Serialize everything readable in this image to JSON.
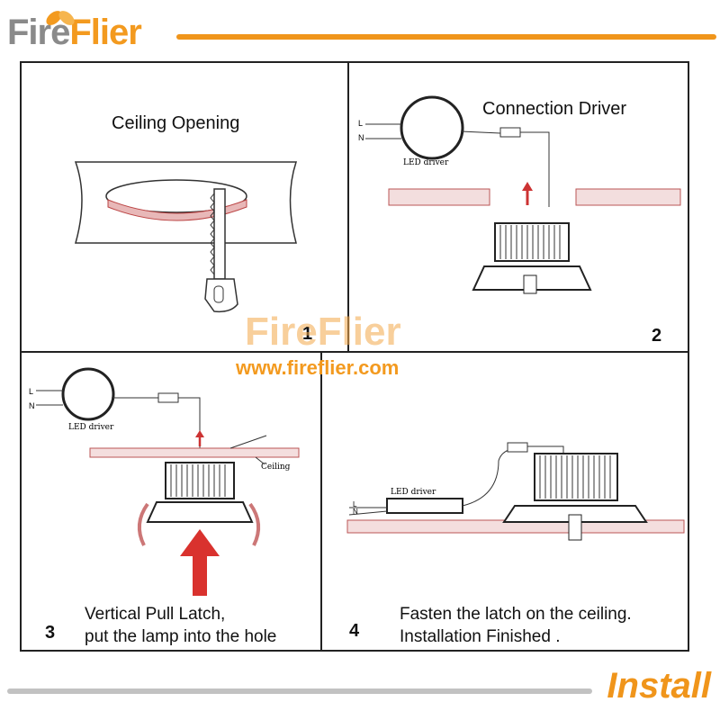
{
  "header": {
    "brand_part1": "Fire",
    "brand_part2": "Flier",
    "accent_color": "#f0951b",
    "gray_color": "#8a8a8a"
  },
  "steps": [
    {
      "number": "1",
      "title": "Ceiling Opening"
    },
    {
      "number": "2",
      "title": "Connection Driver"
    },
    {
      "number": "3",
      "caption_line1": "Vertical Pull Latch,",
      "caption_line2": "put the lamp into the hole"
    },
    {
      "number": "4",
      "caption_line1": "Fasten the latch on the ceiling.",
      "caption_line2": "Installation Finished ."
    }
  ],
  "diagram_labels": {
    "line": "L",
    "neutral": "N",
    "led_driver": "LED driver",
    "ceiling": "Ceiling"
  },
  "watermark": {
    "brand": "FireFlier",
    "url": "www.fireflier.com"
  },
  "footer": {
    "title": "Install"
  }
}
